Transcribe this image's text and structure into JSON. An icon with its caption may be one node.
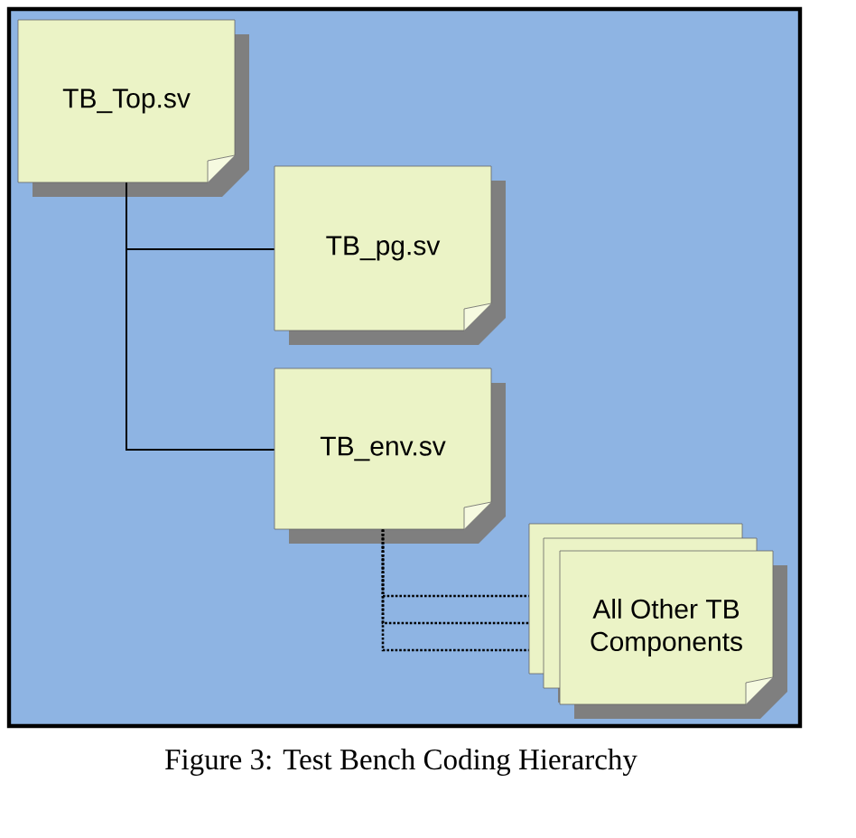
{
  "diagram": {
    "caption": "Figure 3: Test Bench Coding Hierarchy",
    "nodes": [
      {
        "text": [
          "TB_Top.sv"
        ]
      },
      {
        "text": [
          "TB_pg.sv"
        ]
      },
      {
        "text": [
          "TB_env.sv"
        ]
      },
      {
        "text": [
          "All Other TB Components"
        ]
      }
    ],
    "edges": [
      {
        "from": 0,
        "to": 1,
        "arrow": "none"
      },
      {
        "from": 0,
        "to": 2,
        "arrow": "none"
      },
      {
        "from": 2,
        "to": 3,
        "arrow": "none",
        "style": "dashed"
      },
      {
        "from": 2,
        "to": 3,
        "arrow": "none",
        "style": "dashed"
      },
      {
        "from": 2,
        "to": 3,
        "arrow": "none",
        "style": "dashed"
      }
    ]
  }
}
